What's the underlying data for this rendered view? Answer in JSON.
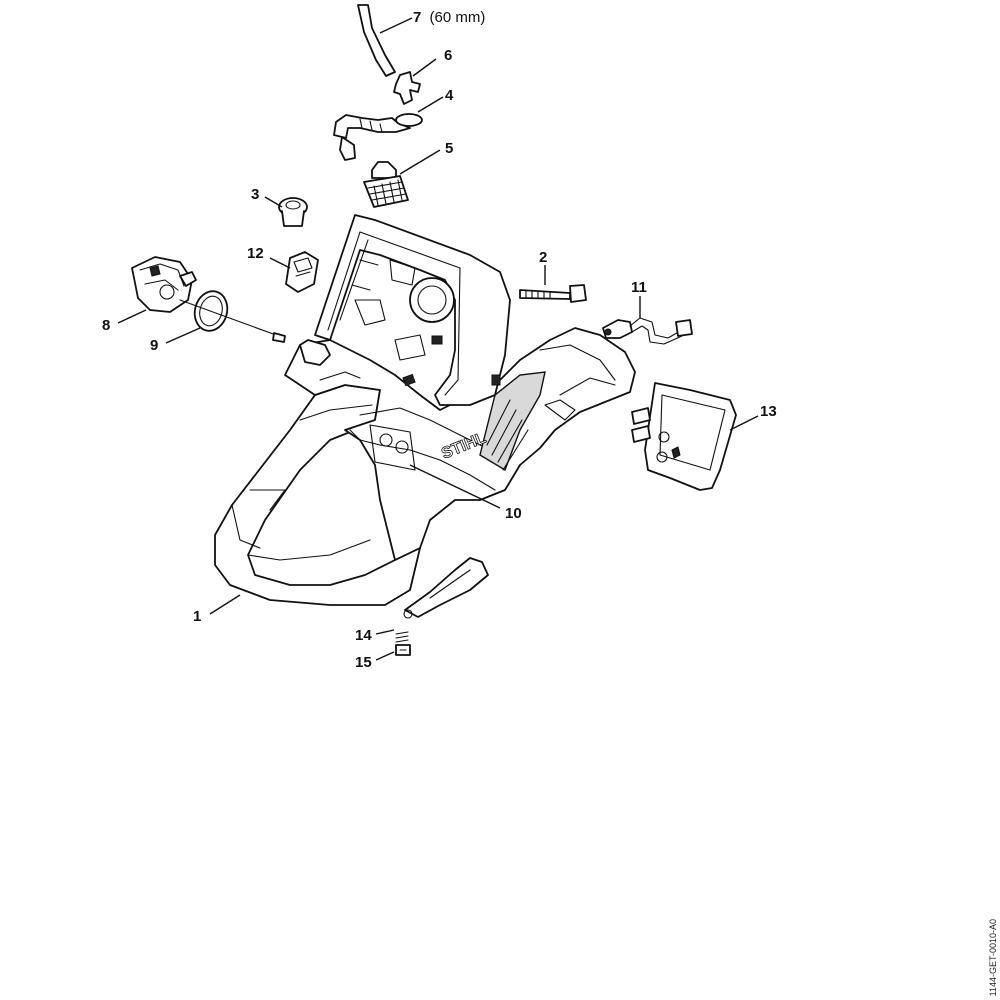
{
  "brand_text": "STIHL",
  "document_id": "1144-GET-0010-A0",
  "callouts": [
    {
      "number": "1",
      "note": ""
    },
    {
      "number": "2",
      "note": ""
    },
    {
      "number": "3",
      "note": ""
    },
    {
      "number": "4",
      "note": ""
    },
    {
      "number": "5",
      "note": ""
    },
    {
      "number": "6",
      "note": ""
    },
    {
      "number": "7",
      "note": "(60 mm)"
    },
    {
      "number": "8",
      "note": ""
    },
    {
      "number": "9",
      "note": ""
    },
    {
      "number": "10",
      "note": ""
    },
    {
      "number": "11",
      "note": ""
    },
    {
      "number": "12",
      "note": ""
    },
    {
      "number": "13",
      "note": ""
    },
    {
      "number": "14",
      "note": ""
    },
    {
      "number": "15",
      "note": ""
    }
  ]
}
